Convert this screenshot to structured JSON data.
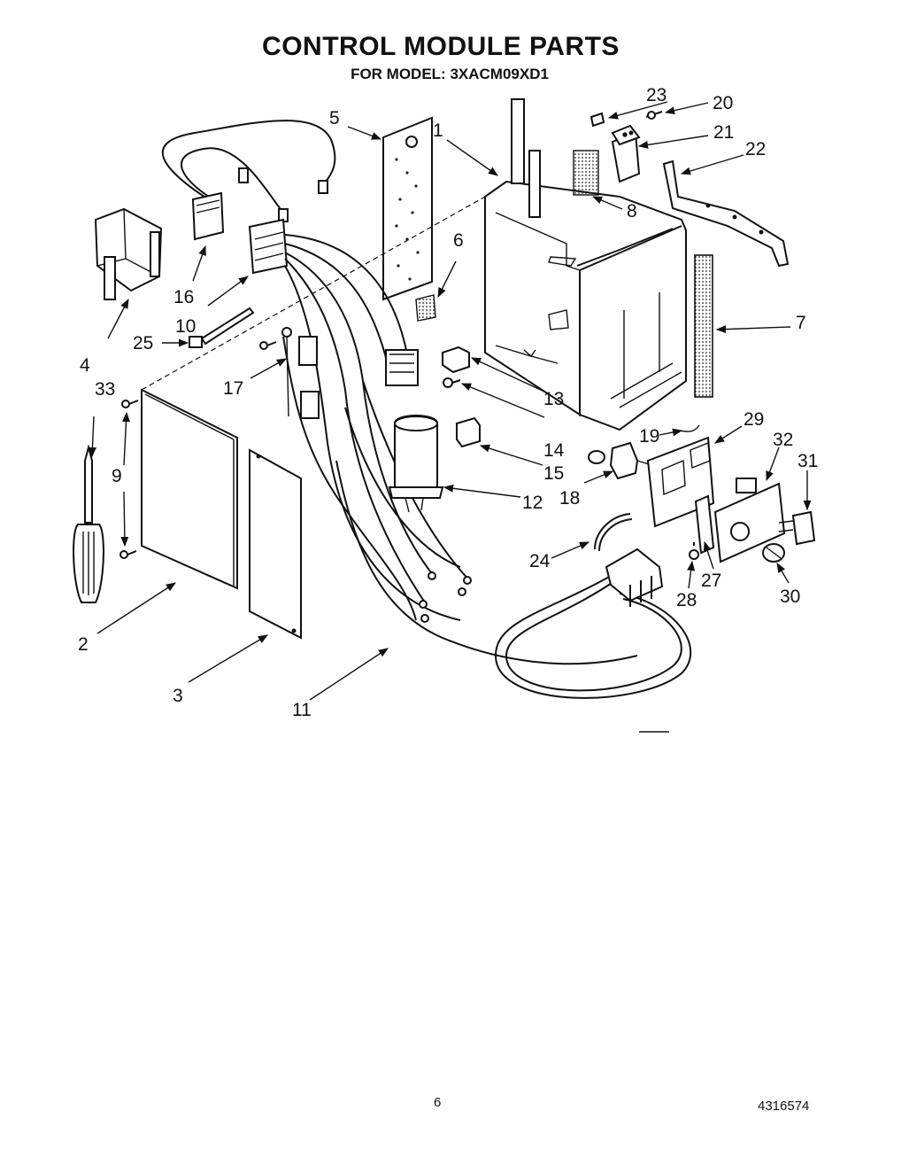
{
  "title": "CONTROL MODULE PARTS",
  "subtitle": "FOR MODEL: 3XACM09XD1",
  "page_number": "6",
  "document_number": "4316574",
  "callouts": {
    "c1": "1",
    "c2": "2",
    "c3": "3",
    "c4": "4",
    "c5": "5",
    "c6": "6",
    "c7": "7",
    "c8": "8",
    "c9": "9",
    "c10": "10",
    "c11": "11",
    "c12": "12",
    "c13": "13",
    "c14": "14",
    "c15": "15",
    "c16": "16",
    "c17": "17",
    "c18": "18",
    "c19": "19",
    "c20": "20",
    "c21": "21",
    "c22": "22",
    "c23": "23",
    "c24": "24",
    "c25": "25",
    "c27": "27",
    "c28": "28",
    "c29": "29",
    "c30": "30",
    "c31": "31",
    "c32": "32",
    "c33": "33"
  }
}
